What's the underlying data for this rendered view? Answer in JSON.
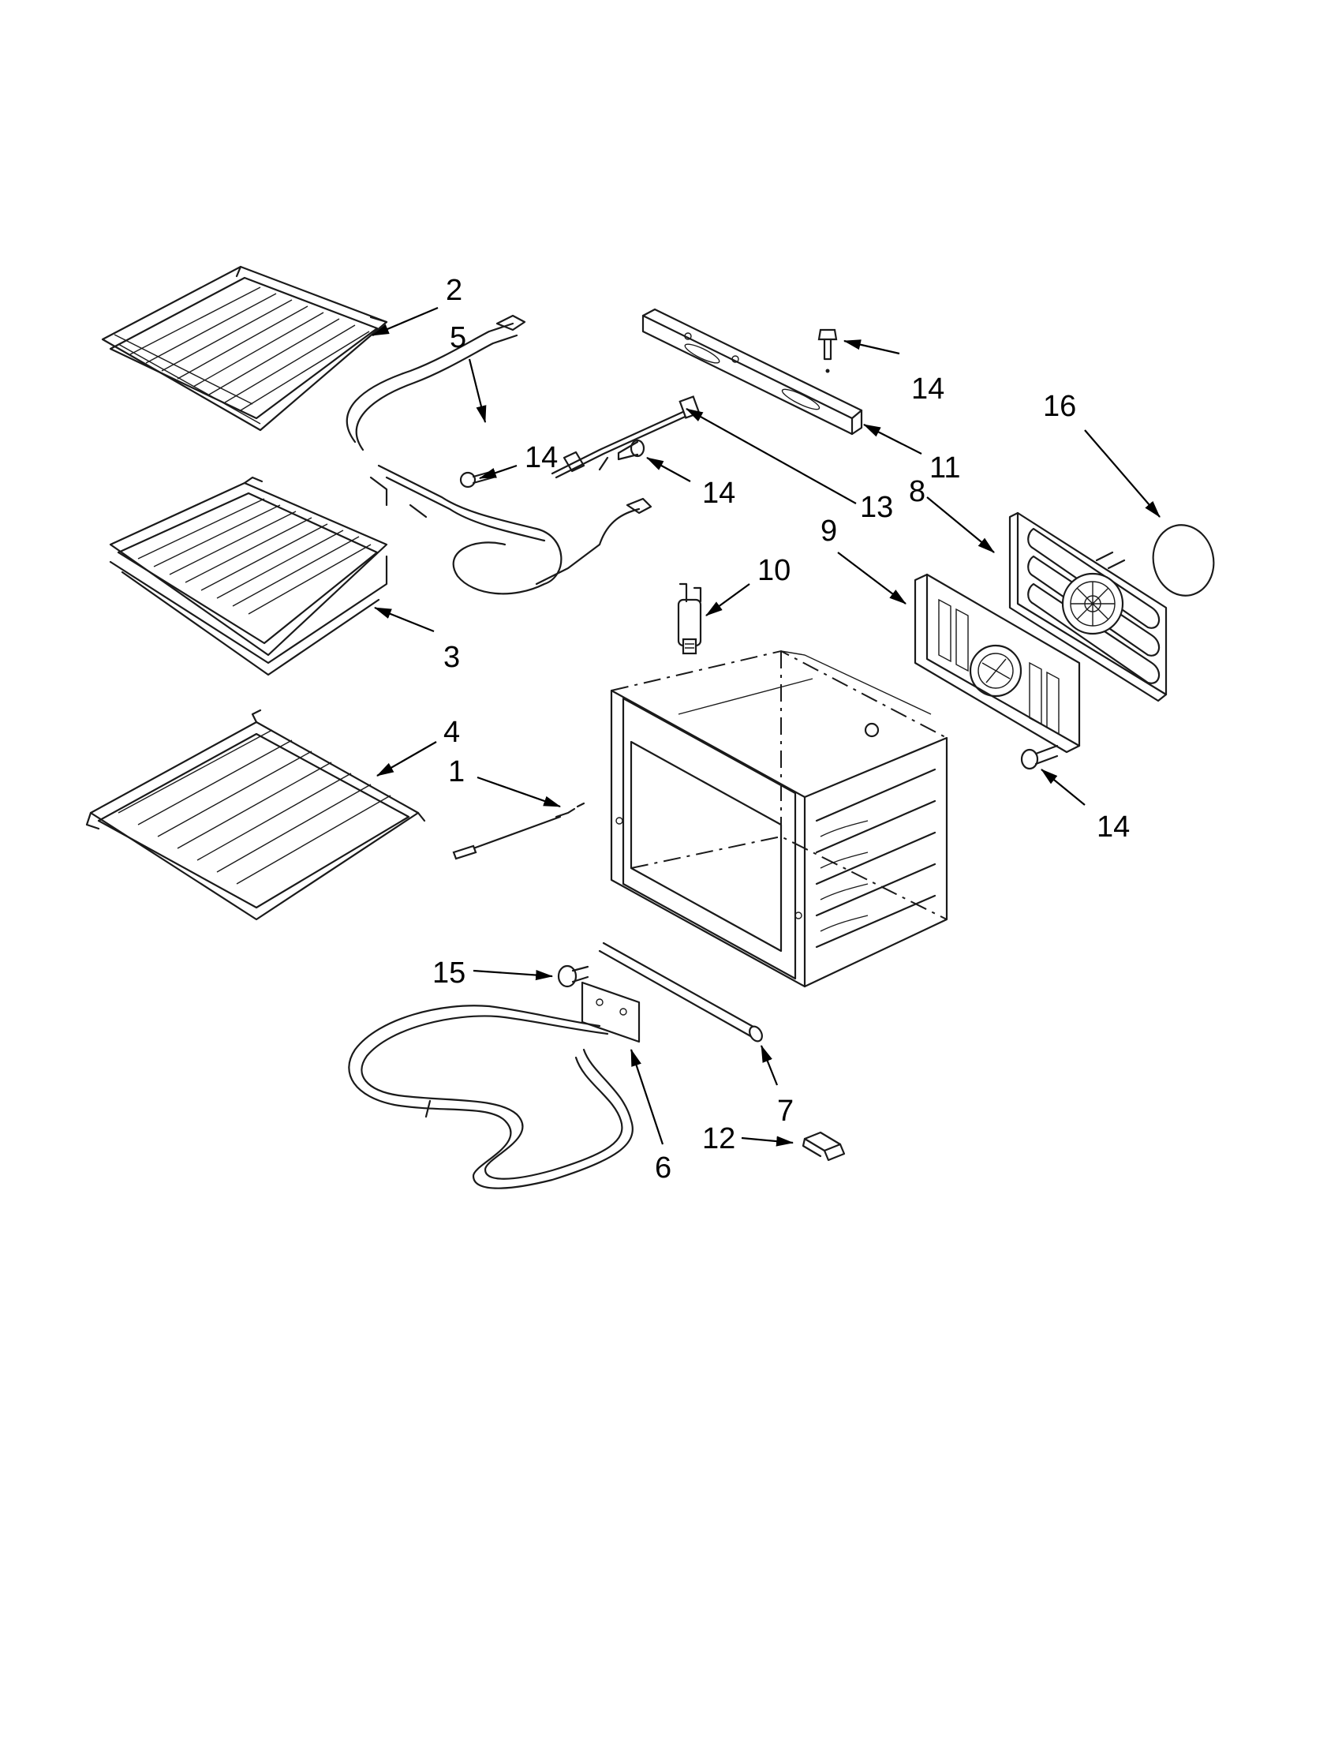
{
  "diagram": {
    "callouts": [
      {
        "id": "c2",
        "label": "2"
      },
      {
        "id": "c5",
        "label": "5"
      },
      {
        "id": "c14a",
        "label": "14"
      },
      {
        "id": "c3",
        "label": "3"
      },
      {
        "id": "c4",
        "label": "4"
      },
      {
        "id": "c1",
        "label": "1"
      },
      {
        "id": "c14b",
        "label": "14"
      },
      {
        "id": "c13",
        "label": "13"
      },
      {
        "id": "c14c",
        "label": "14"
      },
      {
        "id": "c11",
        "label": "11"
      },
      {
        "id": "c16",
        "label": "16"
      },
      {
        "id": "c8",
        "label": "8"
      },
      {
        "id": "c9",
        "label": "9"
      },
      {
        "id": "c10",
        "label": "10"
      },
      {
        "id": "c14d",
        "label": "14"
      },
      {
        "id": "c15",
        "label": "15"
      },
      {
        "id": "c7",
        "label": "7"
      },
      {
        "id": "c12",
        "label": "12"
      },
      {
        "id": "c6",
        "label": "6"
      }
    ]
  }
}
